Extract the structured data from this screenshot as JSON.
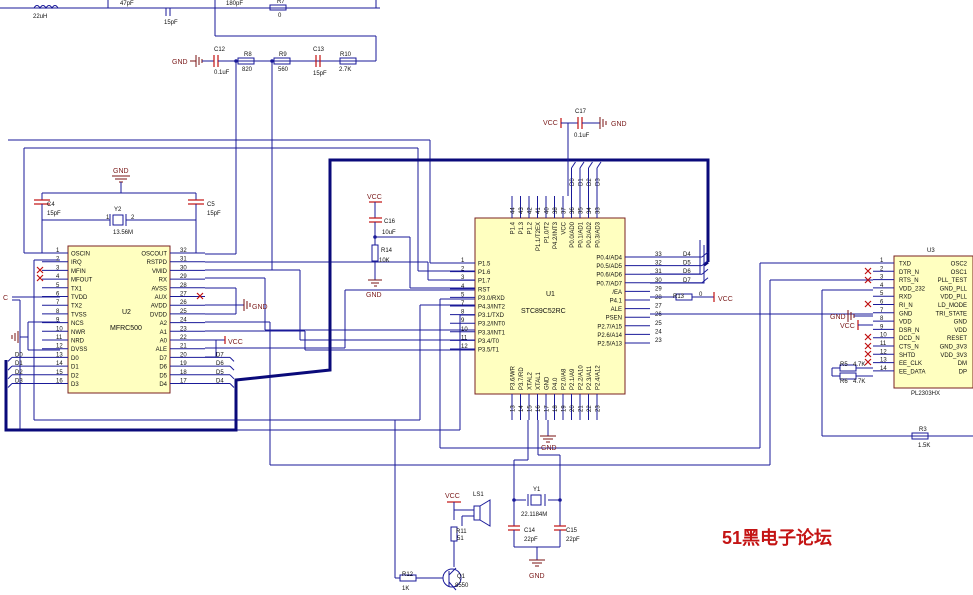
{
  "top": {
    "inductor_value": "22uH",
    "c_47": "47pF",
    "c_15": "15pF",
    "c_180": "180pF",
    "r7_name": "R7",
    "r7_value": "0"
  },
  "filter": {
    "gnd": "GND",
    "c12": "C12",
    "c12_v": "0.1uF",
    "r8": "R8",
    "r8_v": "820",
    "r9": "R9",
    "r9_v": "560",
    "c13": "C13",
    "c13_v": "15pF",
    "r10": "R10",
    "r10_v": "2.7K"
  },
  "c17": {
    "vcc": "VCC",
    "gnd": "GND",
    "name": "C17",
    "value": "0.1uF"
  },
  "c16": {
    "vcc": "VCC",
    "name": "C16",
    "value": "10uF",
    "r14": "R14",
    "r14_v": "10K",
    "gnd": "GND"
  },
  "u2": {
    "gnd_top": "GND",
    "c4": "C4",
    "c4_v": "15pF",
    "c5": "C5",
    "c5_v": "15pF",
    "y2": "Y2",
    "y2_v": "13.56M",
    "y2_p1": "1",
    "y2_p2": "2",
    "name": "U2",
    "part": "MFRC500",
    "left_pins": [
      {
        "n": "1",
        "l": "OSCIN"
      },
      {
        "n": "2",
        "l": "IRQ"
      },
      {
        "n": "3",
        "l": "MFIN"
      },
      {
        "n": "4",
        "l": "MFOUT"
      },
      {
        "n": "5",
        "l": "TX1"
      },
      {
        "n": "6",
        "l": "TVDD"
      },
      {
        "n": "7",
        "l": "TX2"
      },
      {
        "n": "8",
        "l": "TVSS"
      },
      {
        "n": "9",
        "l": "NCS"
      },
      {
        "n": "10",
        "l": "NWR"
      },
      {
        "n": "11",
        "l": "NRD"
      },
      {
        "n": "12",
        "l": "DVSS"
      },
      {
        "n": "13",
        "l": "D0"
      },
      {
        "n": "14",
        "l": "D1"
      },
      {
        "n": "15",
        "l": "D2"
      },
      {
        "n": "16",
        "l": "D3"
      }
    ],
    "right_pins": [
      {
        "n": "32",
        "l": "OSCOUT"
      },
      {
        "n": "31",
        "l": "RSTPD"
      },
      {
        "n": "30",
        "l": "VMID"
      },
      {
        "n": "29",
        "l": "RX"
      },
      {
        "n": "28",
        "l": "AVSS"
      },
      {
        "n": "27",
        "l": "AUX"
      },
      {
        "n": "26",
        "l": "AVDD"
      },
      {
        "n": "25",
        "l": "DVDD"
      },
      {
        "n": "24",
        "l": "A2"
      },
      {
        "n": "23",
        "l": "A1"
      },
      {
        "n": "22",
        "l": "A0"
      },
      {
        "n": "21",
        "l": "ALE"
      },
      {
        "n": "20",
        "l": "D7"
      },
      {
        "n": "19",
        "l": "D6"
      },
      {
        "n": "18",
        "l": "D5"
      },
      {
        "n": "17",
        "l": "D4"
      }
    ],
    "net_left": [
      "D0",
      "D1",
      "D2",
      "D3"
    ],
    "net_right": [
      "D7",
      "D6",
      "D5",
      "D4"
    ],
    "gnd_right": "GND",
    "vcc_right": "VCC",
    "c_left": "C"
  },
  "u1": {
    "name": "U1",
    "part": "STC89C52RC",
    "left_pins": [
      {
        "n": "1",
        "l": "P1.5"
      },
      {
        "n": "2",
        "l": "P1.6"
      },
      {
        "n": "3",
        "l": "P1.7"
      },
      {
        "n": "4",
        "l": "RST"
      },
      {
        "n": "5",
        "l": "P3.0/RXD"
      },
      {
        "n": "7",
        "l": "P4.3/INT2"
      },
      {
        "n": "8",
        "l": "P3.1/TXD"
      },
      {
        "n": "9",
        "l": "P3.2/INT0"
      },
      {
        "n": "10",
        "l": "P3.3/INT1"
      },
      {
        "n": "11",
        "l": "P3.4/T0"
      },
      {
        "n": "12",
        "l": "P3.5/T1"
      }
    ],
    "right_pins": [
      {
        "n": "33",
        "l": "P0.4/AD4"
      },
      {
        "n": "32",
        "l": "P0.5/AD5"
      },
      {
        "n": "31",
        "l": "P0.6/AD6"
      },
      {
        "n": "30",
        "l": "P0.7/AD7"
      },
      {
        "n": "29",
        "l": "/EA"
      },
      {
        "n": "28",
        "l": "P4.1"
      },
      {
        "n": "27",
        "l": "ALE"
      },
      {
        "n": "26",
        "l": "PSEN"
      },
      {
        "n": "25",
        "l": "P2.7/A15"
      },
      {
        "n": "24",
        "l": "P2.6/A14"
      },
      {
        "n": "23",
        "l": "P2.5/A13"
      }
    ],
    "top_pins": [
      {
        "n": "44",
        "l": "P1.4"
      },
      {
        "n": "43",
        "l": "P1.3"
      },
      {
        "n": "42",
        "l": "P1.2"
      },
      {
        "n": "41",
        "l": "P1.1/T2EX"
      },
      {
        "n": "40",
        "l": "P1.0/T2"
      },
      {
        "n": "38",
        "l": "P4.2/INT3"
      },
      {
        "n": "37",
        "l": "VCC"
      },
      {
        "n": "36",
        "l": "P0.0/AD0"
      },
      {
        "n": "35",
        "l": "P0.1/AD1"
      },
      {
        "n": "34",
        "l": "P0.2/AD2"
      },
      {
        "n": "33",
        "l": "P0.3/AD3"
      }
    ],
    "bottom_pins": [
      {
        "n": "13",
        "l": "P3.6/WR"
      },
      {
        "n": "14",
        "l": "P3.7/RD"
      },
      {
        "n": "15",
        "l": "XTAL2"
      },
      {
        "n": "16",
        "l": "XTAL1"
      },
      {
        "n": "17",
        "l": "GND"
      },
      {
        "n": "18",
        "l": "P4.0"
      },
      {
        "n": "19",
        "l": "P2.0/A8"
      },
      {
        "n": "20",
        "l": "P2.1/A9"
      },
      {
        "n": "21",
        "l": "P2.2/A10"
      },
      {
        "n": "22",
        "l": "P2.3/A11"
      },
      {
        "n": "23",
        "l": "P2.4/A12"
      }
    ],
    "top_nets": [
      "D0",
      "D1",
      "D2",
      "D3"
    ],
    "right_nets": [
      "D4",
      "D5",
      "D6",
      "D7"
    ],
    "r13": "R13",
    "r13_v": "0",
    "vcc": "VCC",
    "gnd_bottom": "GND"
  },
  "crystal": {
    "y1": "Y1",
    "y1_v": "22.1184M",
    "c14": "C14",
    "c14_v": "22pF",
    "c15": "C15",
    "c15_v": "22pF",
    "gnd": "GND"
  },
  "buzzer": {
    "vcc": "VCC",
    "ls1": "LS1",
    "r11": "R11",
    "r11_v": "51",
    "r12": "R12",
    "r12_v": "1K",
    "q1": "Q1",
    "q1_v": "8550"
  },
  "u3": {
    "name": "U3",
    "part": "PL2303HX",
    "pins": [
      {
        "n": "1",
        "l": "TXD",
        "r": "OSC2"
      },
      {
        "n": "2",
        "l": "DTR_N",
        "r": "OSC1"
      },
      {
        "n": "3",
        "l": "RTS_N",
        "r": "PLL_TEST"
      },
      {
        "n": "4",
        "l": "VDD_232",
        "r": "GND_PLL"
      },
      {
        "n": "5",
        "l": "RXD",
        "r": "VDD_PLL"
      },
      {
        "n": "6",
        "l": "RI_N",
        "r": "LD_MODE"
      },
      {
        "n": "7",
        "l": "GND",
        "r": "TRI_STATE"
      },
      {
        "n": "8",
        "l": "VDD",
        "r": "GND"
      },
      {
        "n": "9",
        "l": "DSR_N",
        "r": "VDD"
      },
      {
        "n": "10",
        "l": "DCD_N",
        "r": "RESET"
      },
      {
        "n": "11",
        "l": "CTS_N",
        "r": "GND_3V3"
      },
      {
        "n": "12",
        "l": "SHTD",
        "r": "VDD_3V3"
      },
      {
        "n": "13",
        "l": "EE_CLK",
        "r": "DM"
      },
      {
        "n": "14",
        "l": "EE_DATA",
        "r": "DP"
      }
    ],
    "gnd": "GND",
    "vcc": "VCC",
    "r5": "R5",
    "r5_v": "4.7K",
    "r6": "R6",
    "r6_v": "4.7K",
    "r3": "R3",
    "r3_v": "1.5K"
  },
  "watermark": "51黑电子论坛"
}
